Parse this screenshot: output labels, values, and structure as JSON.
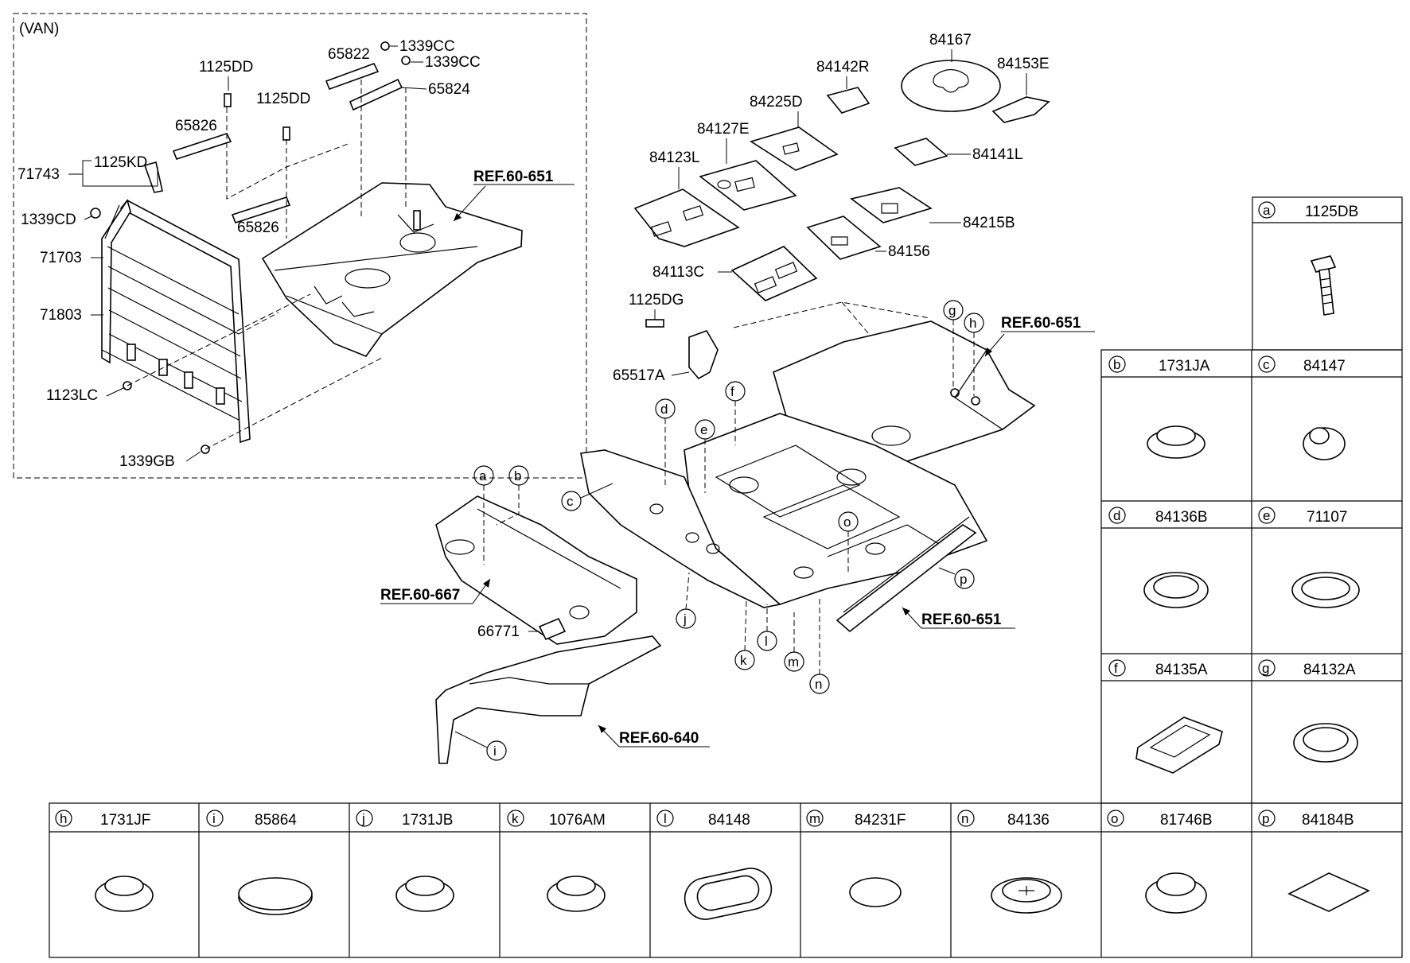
{
  "van_section": {
    "label": "(VAN)",
    "callouts": [
      "1125DD",
      "65826",
      "1125KD",
      "71743",
      "1339CD",
      "71703",
      "71803",
      "1123LC",
      "1339GB",
      "65822",
      "1339CC",
      "1339CC",
      "65824",
      "1125DD",
      "65826"
    ],
    "ref": "REF.60-651"
  },
  "pads": [
    "84167",
    "84142R",
    "84153E",
    "84225D",
    "84127E",
    "84141L",
    "84123L",
    "84215B",
    "84156",
    "84113C"
  ],
  "floor_callouts": [
    "1125DG",
    "65517A",
    "66771"
  ],
  "refs": [
    "REF.60-651",
    "REF.60-667",
    "REF.60-651",
    "REF.60-640"
  ],
  "letters": [
    "a",
    "b",
    "c",
    "d",
    "e",
    "f",
    "g",
    "h",
    "i",
    "j",
    "k",
    "l",
    "m",
    "n",
    "o",
    "p"
  ],
  "side_table": [
    {
      "key": "a",
      "part": "1125DB",
      "icon": "bolt-icon"
    },
    {
      "key": "b",
      "part": "1731JA",
      "icon": "grommet-icon"
    },
    {
      "key": "c",
      "part": "84147",
      "icon": "grommet-icon"
    },
    {
      "key": "d",
      "part": "84136B",
      "icon": "ring-plug-icon"
    },
    {
      "key": "e",
      "part": "71107",
      "icon": "ring-plug-icon"
    },
    {
      "key": "f",
      "part": "84135A",
      "icon": "rect-plug-icon"
    },
    {
      "key": "g",
      "part": "84132A",
      "icon": "ring-plug-icon"
    }
  ],
  "bottom_table": [
    {
      "key": "h",
      "part": "1731JF",
      "icon": "grommet-icon"
    },
    {
      "key": "i",
      "part": "85864",
      "icon": "flat-plug-icon"
    },
    {
      "key": "j",
      "part": "1731JB",
      "icon": "grommet-icon"
    },
    {
      "key": "k",
      "part": "1076AM",
      "icon": "grommet-icon"
    },
    {
      "key": "l",
      "part": "84148",
      "icon": "oval-plug-icon"
    },
    {
      "key": "m",
      "part": "84231F",
      "icon": "ellipse-pad-icon"
    },
    {
      "key": "n",
      "part": "84136",
      "icon": "cross-plug-icon"
    },
    {
      "key": "o",
      "part": "81746B",
      "icon": "grommet-icon"
    },
    {
      "key": "p",
      "part": "84184B",
      "icon": "square-pad-icon"
    }
  ]
}
